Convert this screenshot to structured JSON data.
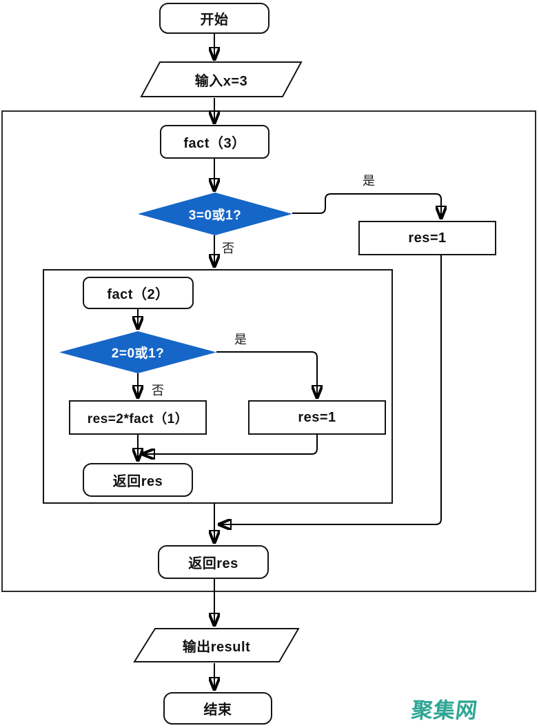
{
  "diagram": {
    "nodes": {
      "start": "开始",
      "input": "输入x=3",
      "fact3": "fact（3）",
      "decision3": "3=0或1?",
      "res1_right": "res=1",
      "fact2": "fact（2）",
      "decision2": "2=0或1?",
      "res2fact1": "res=2*fact（1）",
      "res1_inner": "res=1",
      "return_inner": "返回res",
      "return_outer": "返回res",
      "output": "输出result",
      "end": "结束"
    },
    "edge_labels": {
      "decision3_yes": "是",
      "decision3_no": "否",
      "decision2_yes": "是",
      "decision2_no": "否"
    },
    "colors": {
      "decision_fill": "#1666C8",
      "decision_text": "#FFFFFF",
      "watermark": "#2DA693"
    },
    "watermark": "聚集网"
  }
}
